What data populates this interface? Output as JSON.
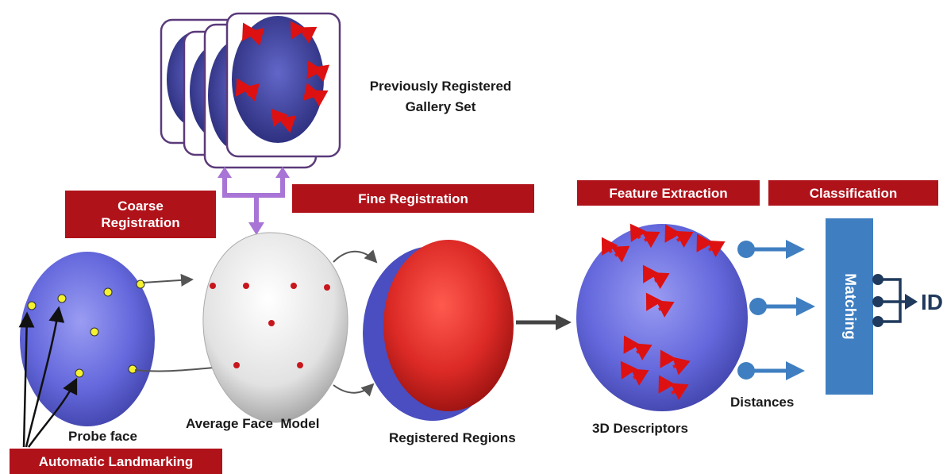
{
  "title": "Previously Registered Gallery Set",
  "stages": {
    "coarse": "Coarse Registration",
    "fine": "Fine Registration",
    "feature": "Feature Extraction",
    "classification": "Classification",
    "landmarking": "Automatic Landmarking"
  },
  "captions": {
    "gallery_line1": "Previously Registered",
    "gallery_line2": "Gallery Set",
    "probe": "Probe face",
    "average": "Average Face  Model",
    "registered": "Registered Regions",
    "descriptors": "3D Descriptors",
    "distances": "Distances"
  },
  "matching": "Matching",
  "output": "ID",
  "colors": {
    "stage_box": "#b0121a",
    "probe_face": "#6a6ee0",
    "registered_face": "#d8262a",
    "matching_box": "#3f7fc1",
    "arrow_purple": "#a874d6",
    "arrow_blue": "#3f7fc1",
    "landmark_yellow": "#f4f230",
    "landmark_red": "#c8161d"
  }
}
